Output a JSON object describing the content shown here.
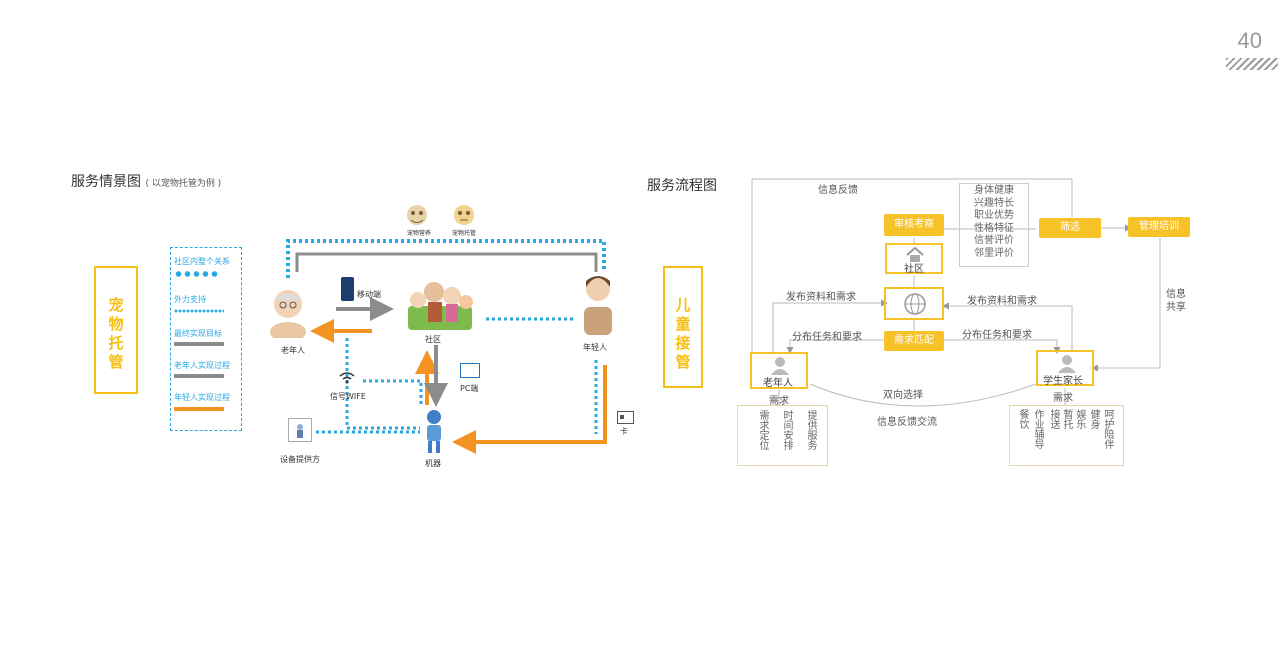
{
  "page_number": "40",
  "left": {
    "title": "服务情景图",
    "subtitle": "( 以宠物托管为例 )",
    "side_box": "宠物托管",
    "legend": [
      {
        "label": "社区内整个关系",
        "style": "dots-big"
      },
      {
        "label": "外力支持",
        "style": "dots-small"
      },
      {
        "label": "最终实现目标",
        "style": "gray"
      },
      {
        "label": "老年人实现过程",
        "style": "gray"
      },
      {
        "label": "年轻人实现过程",
        "style": "orange"
      }
    ],
    "nodes": {
      "pet_care": "宠物营养",
      "pet_host": "宠物托管",
      "mobile": "移动端",
      "elder": "老年人",
      "community": "社区",
      "youth": "年轻人",
      "signal": "信号WIFE",
      "pc": "PC端",
      "device_provider": "设备提供方",
      "robot": "机器",
      "card": "卡"
    }
  },
  "right": {
    "title": "服务流程图",
    "side_box": "儿童接管",
    "feedback": "信息反馈",
    "review": "审核考察",
    "screen": "筛选",
    "manage": "管理培训",
    "community": "社区",
    "criteria": [
      "身体健康",
      "兴趣特长",
      "职业优势",
      "性格特征",
      "信誉评价",
      "邻里评价"
    ],
    "info_share": "信息共享",
    "publish_left": "发布资料和需求",
    "publish_right": "发布资料和需求",
    "assign_left": "分布任务和要求",
    "assign_right": "分布任务和要求",
    "match": "需求匹配",
    "elder": "老年人",
    "parent": "学生家长",
    "need_left": "需求",
    "need_right": "需求",
    "two_way": "双向选择",
    "feedback_exchange": "信息反馈交流",
    "elder_needs": [
      "需求定位",
      "时间安排",
      "提供服务"
    ],
    "parent_needs": [
      "餐饮",
      "作业辅导",
      "接送",
      "暂托",
      "娱乐",
      "健身",
      "呵护陪伴"
    ]
  },
  "colors": {
    "yellow": "#f7c128",
    "orange": "#f39322",
    "blue": "#2aa8e0",
    "gray": "#8c8c8c"
  }
}
